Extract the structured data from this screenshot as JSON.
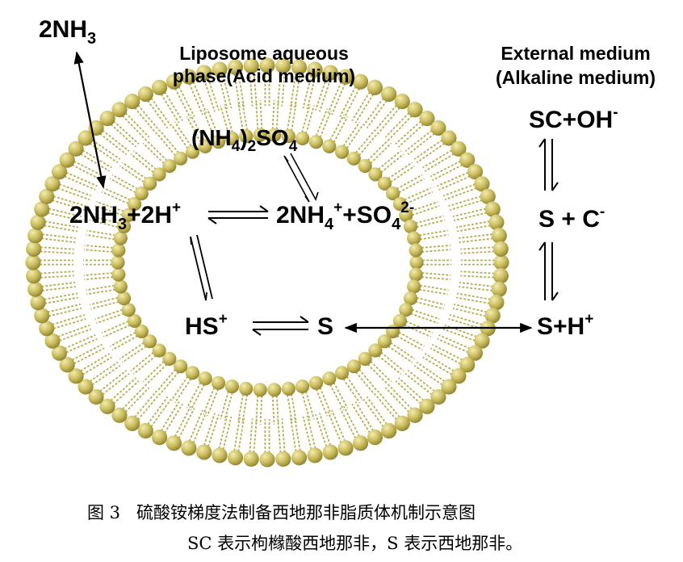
{
  "labels": {
    "nh3_outside": "2NH3",
    "aqueous_line1": "Liposome aqueous",
    "aqueous_line2": "phase(Acid medium)",
    "external_line1": "External medium",
    "external_line2": "(Alkaline medium)",
    "ammonium_sulfate": "(NH4)2SO4",
    "nh3_inside": "2NH3",
    "h_plus": "+2H+",
    "ammonium_plus_sulfate": "2NH4++SO42-",
    "hs_plus": "HS+",
    "s_inner": "S",
    "sc_oh": "SC+OH-",
    "s_c": "S + C-",
    "s_h": "S+H+"
  },
  "caption": {
    "line1": "图 3   硫酸铵梯度法制备西地那非脂质体机制示意图",
    "line2": "SC 表示枸橼酸西地那非，S 表示西地那非。"
  },
  "colors": {
    "lipid_head": "#c9bc5e",
    "lipid_head_light": "#f3ecae",
    "lipid_head_dark": "#8e7f2a",
    "lipid_tail": "#b9ad54",
    "background": "#ffffff",
    "text": "#000000"
  }
}
